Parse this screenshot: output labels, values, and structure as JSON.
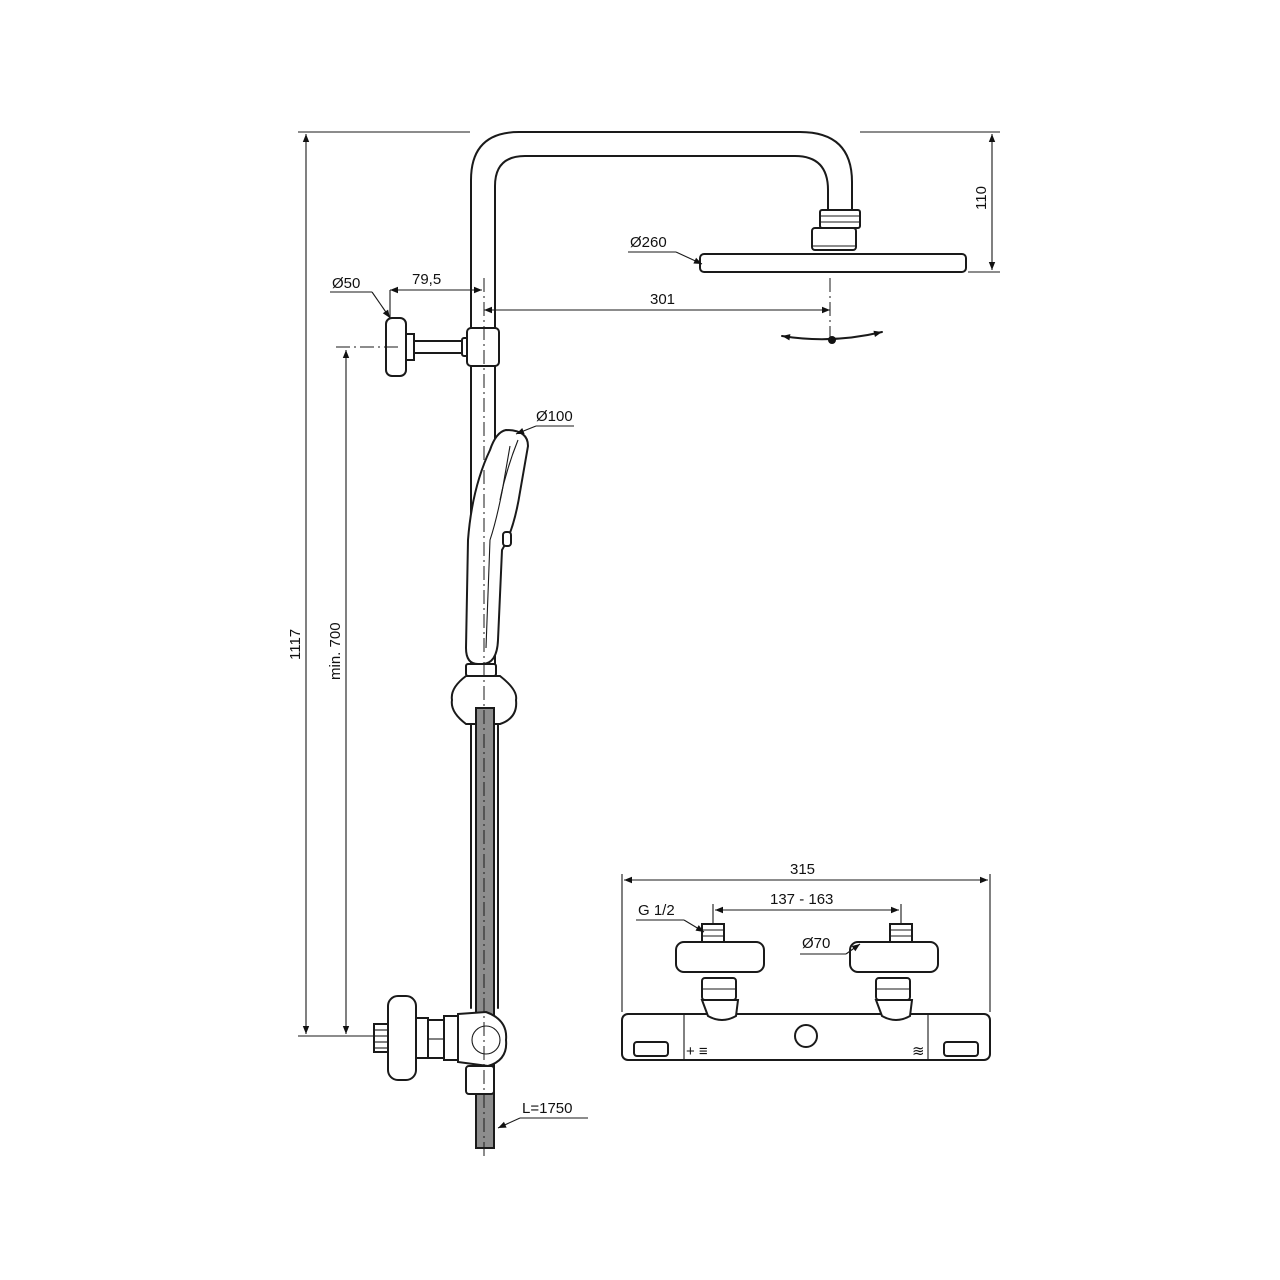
{
  "dimensions": {
    "total_height": "1117",
    "min_height": "min. 700",
    "head_projection": "110",
    "head_offset": "301",
    "wall_offset": "79,5",
    "wall_flange_diameter": "Ø50",
    "head_diameter": "Ø260",
    "hand_shower_diameter": "Ø100",
    "hose_length": "L=1750",
    "mixer_width": "315",
    "inlet_spacing": "137 - 163",
    "inlet_thread": "G 1/2",
    "inlet_flange_diameter": "Ø70"
  },
  "colors": {
    "line": "#1a1a1a",
    "hose": "#8d8d8d",
    "background": "#ffffff"
  }
}
